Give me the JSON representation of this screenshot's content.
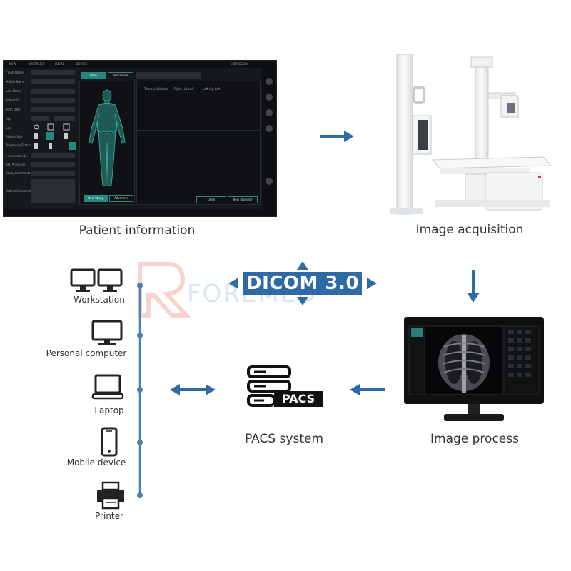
{
  "colors": {
    "accent_blue": "#2d6aa6",
    "line_blue": "#4a7fb3",
    "dark": "#111111",
    "teal": "#25887c",
    "watermark": "#d7e4f3",
    "logo_red": "#f0a8a0"
  },
  "steps": {
    "patient_information": "Patient information",
    "image_acquisition": "Image acquisition",
    "image_process": "Image process",
    "pacs_system": "PACS system"
  },
  "protocol": {
    "label": "DICOM 3.0"
  },
  "pacs": {
    "icon_text": "PACS"
  },
  "watermark": {
    "text": "FOREMED"
  },
  "devices": [
    {
      "label": "Workstation",
      "icon": "workstation-icon"
    },
    {
      "label": "Personal computer",
      "icon": "personal-computer-icon"
    },
    {
      "label": "Laptop",
      "icon": "laptop-icon"
    },
    {
      "label": "Mobile device",
      "icon": "mobile-device-icon"
    },
    {
      "label": "Printer",
      "icon": "printer-icon"
    }
  ],
  "software": {
    "top_tabs": [
      "NEW",
      "WORKLIST",
      "LOCAL",
      "DEVICE"
    ],
    "emergency": "EMERGENCY",
    "field_labels": [
      "* First Name",
      "Middle Name",
      "Last Name",
      "Patient ID",
      "Birth Date",
      "Age",
      "Sex",
      "Patient Size",
      "Pregnancy Status",
      "* Accession No.",
      "Ref. Physician",
      "Study Comments",
      "Patient Comments"
    ],
    "buttons": {
      "main": "Main",
      "procedure": "Procedure",
      "new_study": "New Study",
      "advanced": "Advanced",
      "open": "Open",
      "new_study_right": "New Study(E)"
    },
    "columns": [
      "Thoracic Rib(aet)",
      "Right Hip Left",
      "Left Hip Left"
    ]
  }
}
